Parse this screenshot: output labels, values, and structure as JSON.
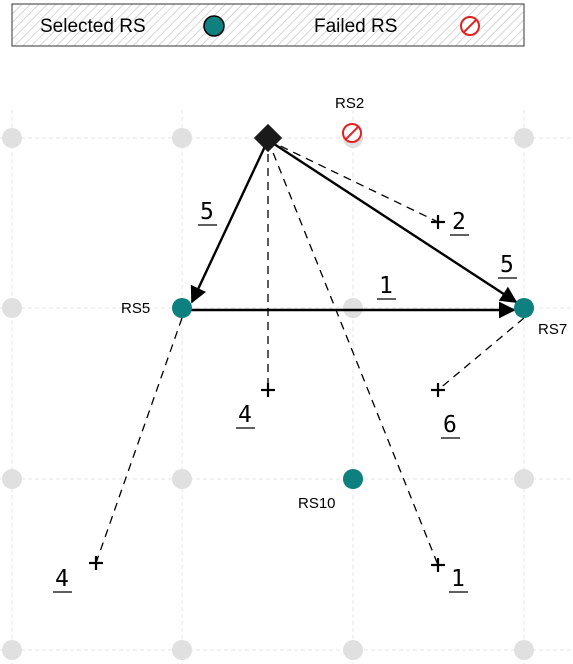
{
  "legend": {
    "selected_label": "Selected RS",
    "failed_label": "Failed RS",
    "selected_color": "#0f8080",
    "failed_color": "#e32020"
  },
  "grid": {
    "dot_color": "#e0e0e0",
    "line_color": "#e6e6e6"
  },
  "nodes": {
    "rs2": "RS2",
    "rs5": "RS5",
    "rs7": "RS7",
    "rs10": "RS10"
  },
  "edge_weights": {
    "source_to_rs5": "5",
    "source_to_rs7": "5",
    "rs5_to_rs7": "1",
    "source_to_plus_right_upper": "2",
    "source_to_plus_center": "4",
    "source_to_plus_bottom_right": "1",
    "rs7_to_plus_right": "6",
    "rs5_to_plus_bottom_left": "4"
  },
  "colors": {
    "source": "#1a1a1a",
    "edge": "#000000"
  }
}
